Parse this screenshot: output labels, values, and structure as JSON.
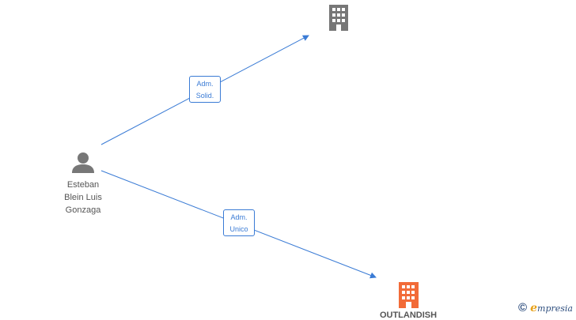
{
  "person": {
    "name_lines": [
      "Esteban",
      "Blein Luis",
      "Gonzaga"
    ],
    "icon": "person-icon"
  },
  "companies": [
    {
      "name": "",
      "icon": "building-icon",
      "color": "#777777"
    },
    {
      "name": "OUTLANDISH",
      "icon": "building-icon",
      "color": "#f26b38"
    }
  ],
  "edges": [
    {
      "label_lines": [
        "Adm.",
        "Solid."
      ]
    },
    {
      "label_lines": [
        "Adm.",
        "Unico"
      ]
    }
  ],
  "colors": {
    "edge": "#3a7bd5",
    "person": "#777777"
  },
  "watermark": {
    "symbol": "©",
    "brand_initial": "e",
    "brand_rest": "mpresia"
  }
}
